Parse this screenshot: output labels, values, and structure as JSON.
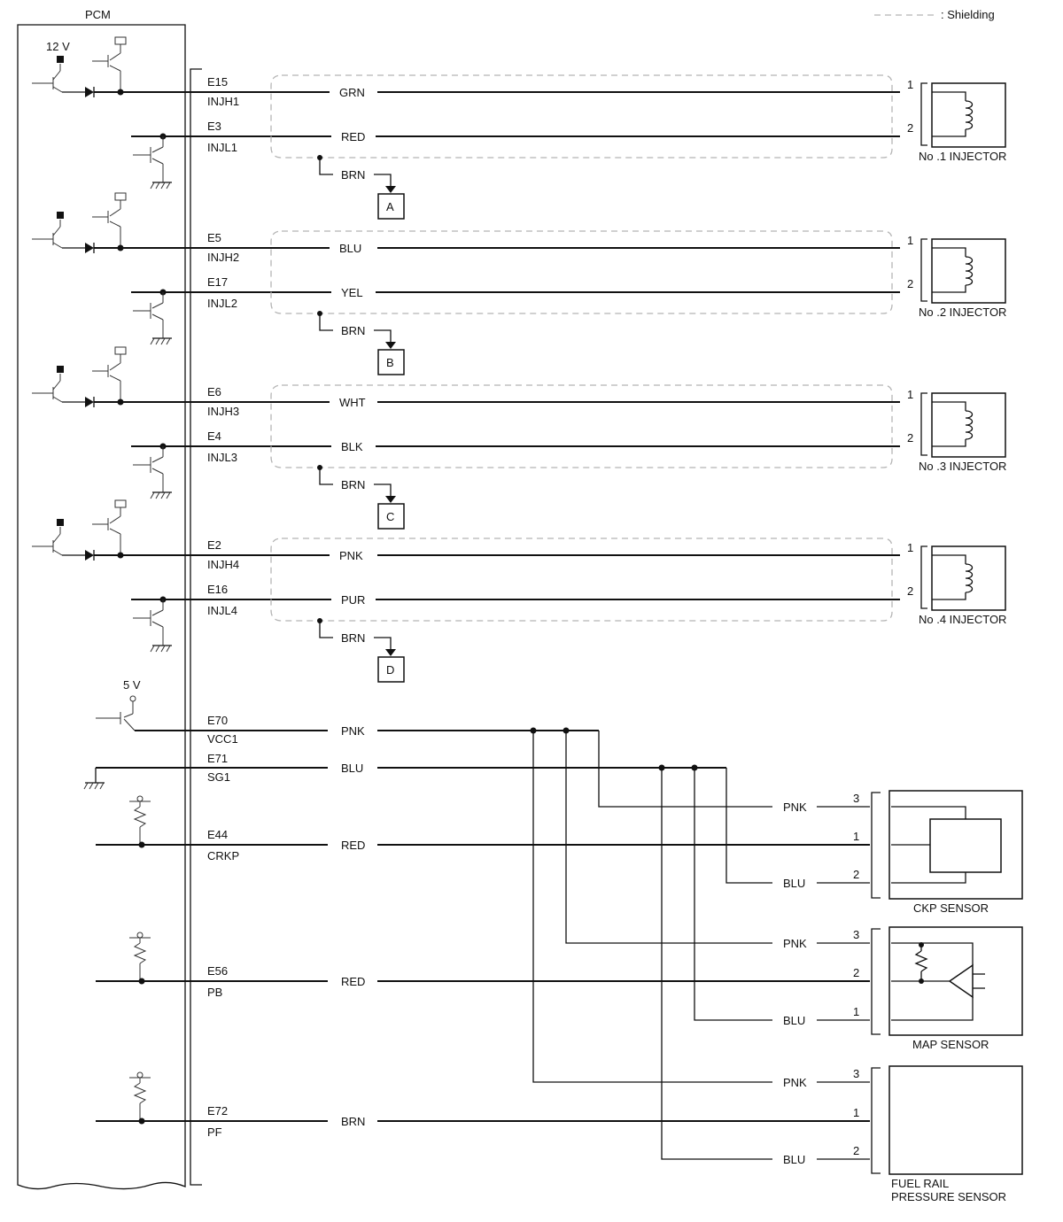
{
  "legend": {
    "shielding": ": Shielding"
  },
  "pcm": {
    "title": "PCM",
    "v12": "12 V",
    "v5": "5 V"
  },
  "injectors": [
    {
      "pin_h": "E15",
      "name_h": "INJH1",
      "color_h": "GRN",
      "pin_l": "E3",
      "name_l": "INJL1",
      "color_l": "RED",
      "ground_color": "BRN",
      "ground_ref": "A",
      "term_1": "1",
      "term_2": "2",
      "label": "No .1 INJECTOR"
    },
    {
      "pin_h": "E5",
      "name_h": "INJH2",
      "color_h": "BLU",
      "pin_l": "E17",
      "name_l": "INJL2",
      "color_l": "YEL",
      "ground_color": "BRN",
      "ground_ref": "B",
      "term_1": "1",
      "term_2": "2",
      "label": "No .2 INJECTOR"
    },
    {
      "pin_h": "E6",
      "name_h": "INJH3",
      "color_h": "WHT",
      "pin_l": "E4",
      "name_l": "INJL3",
      "color_l": "BLK",
      "ground_color": "BRN",
      "ground_ref": "C",
      "term_1": "1",
      "term_2": "2",
      "label": "No .3 INJECTOR"
    },
    {
      "pin_h": "E2",
      "name_h": "INJH4",
      "color_h": "PNK",
      "pin_l": "E16",
      "name_l": "INJL4",
      "color_l": "PUR",
      "ground_color": "BRN",
      "ground_ref": "D",
      "term_1": "1",
      "term_2": "2",
      "label": "No .4 INJECTOR"
    }
  ],
  "supply": [
    {
      "pin": "E70",
      "name": "VCC1",
      "color": "PNK"
    },
    {
      "pin": "E71",
      "name": "SG1",
      "color": "BLU"
    }
  ],
  "signals": [
    {
      "pin": "E44",
      "name": "CRKP",
      "color": "RED"
    },
    {
      "pin": "E56",
      "name": "PB",
      "color": "RED"
    },
    {
      "pin": "E72",
      "name": "PF",
      "color": "BRN"
    }
  ],
  "sensors": [
    {
      "label": "CKP SENSOR",
      "pwr_color": "PNK",
      "pwr_term": "3",
      "sig_term": "1",
      "gnd_color": "BLU",
      "gnd_term": "2"
    },
    {
      "label": "MAP SENSOR",
      "pwr_color": "PNK",
      "pwr_term": "3",
      "sig_term": "2",
      "gnd_color": "BLU",
      "gnd_term": "1"
    },
    {
      "label_line1": "FUEL RAIL",
      "label_line2": "PRESSURE SENSOR",
      "pwr_color": "PNK",
      "pwr_term": "3",
      "sig_term": "1",
      "gnd_color": "BLU",
      "gnd_term": "2"
    }
  ]
}
